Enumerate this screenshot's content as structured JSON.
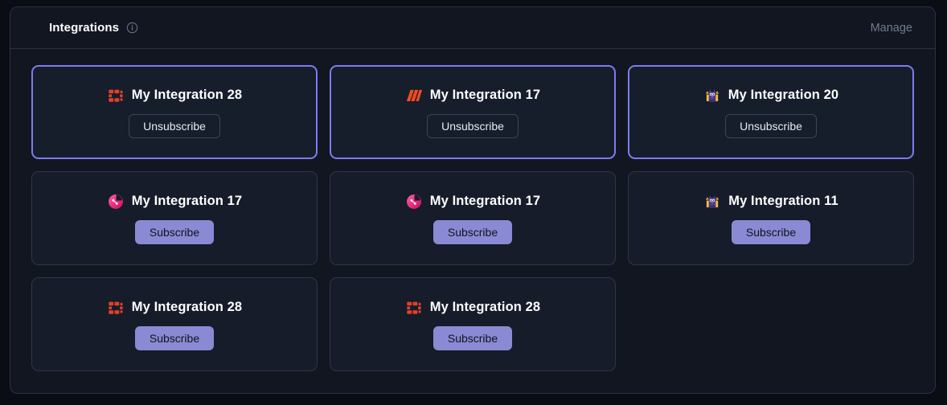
{
  "header": {
    "title": "Integrations",
    "info_icon": "info-circle-icon",
    "manage_label": "Manage"
  },
  "buttons": {
    "subscribe_label": "Subscribe",
    "unsubscribe_label": "Unsubscribe"
  },
  "colors": {
    "page_bg": "#0b0d14",
    "panel_bg": "#121621",
    "panel_border": "#2b3245",
    "card_bg": "#161c29",
    "card_border": "#2e364a",
    "card_selected_border": "#7c7cf0",
    "subscribe_bg": "#8a8ad4",
    "subscribe_text": "#10131c",
    "title_text": "#ffffff",
    "manage_text": "#717b90"
  },
  "rows": [
    {
      "cards": [
        {
          "title": "My Integration 28",
          "icon": "brick-grid-icon",
          "button": "Unsubscribe",
          "selected": true,
          "subscribed": true
        },
        {
          "title": "My Integration 17",
          "icon": "slashes-stack-icon",
          "button": "Unsubscribe",
          "selected": true,
          "subscribed": true
        },
        {
          "title": "My Integration 20",
          "icon": "owl-mascot-icon",
          "button": "Unsubscribe",
          "selected": true,
          "subscribed": true
        }
      ]
    },
    {
      "cards": [
        {
          "title": "My Integration 17",
          "icon": "pink-node-icon",
          "button": "Subscribe",
          "selected": false,
          "subscribed": false
        },
        {
          "title": "My Integration 17",
          "icon": "pink-node-icon",
          "button": "Subscribe",
          "selected": false,
          "subscribed": false
        },
        {
          "title": "My Integration 11",
          "icon": "owl-mascot-icon",
          "button": "Subscribe",
          "selected": false,
          "subscribed": false
        }
      ]
    },
    {
      "cards": [
        {
          "title": "My Integration 28",
          "icon": "brick-grid-icon",
          "button": "Subscribe",
          "selected": false,
          "subscribed": false
        },
        {
          "title": "My Integration 28",
          "icon": "brick-grid-icon",
          "button": "Subscribe",
          "selected": false,
          "subscribed": false
        }
      ]
    }
  ]
}
